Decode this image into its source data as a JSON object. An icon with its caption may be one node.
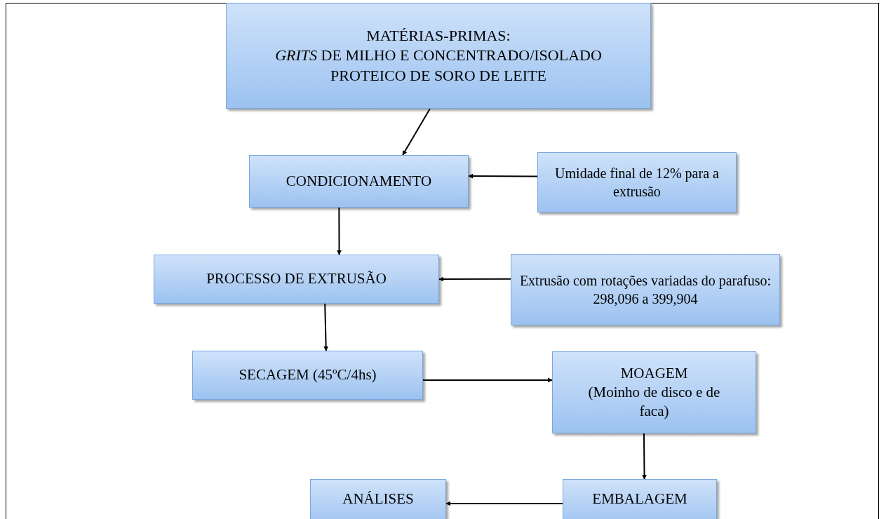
{
  "diagram": {
    "nodes": [
      {
        "text": [
          "MATÉRIAS-PRIMAS:",
          "*GRITS* DE MILHO E CONCENTRADO/ISOLADO PROTEICO DE SORO DE LEITE"
        ]
      },
      {
        "text": [
          "CONDICIONAMENTO"
        ]
      },
      {
        "text": [
          "Umidade final de 12% para a extrusão"
        ]
      },
      {
        "text": [
          "PROCESSO DE EXTRUSÃO"
        ]
      },
      {
        "text": [
          "Extrusão com rotações variadas do parafuso: 298,096 a 399,904"
        ]
      },
      {
        "text": [
          "SECAGEM (45ºC/4hs)"
        ]
      },
      {
        "text": [
          "MOAGEM",
          "(Moinho de disco e de faca)"
        ]
      },
      {
        "text": [
          "ANÁLISES"
        ]
      },
      {
        "text": [
          "EMBALAGEM"
        ]
      }
    ],
    "edges": [
      {
        "from": 0,
        "to": 1,
        "arrow": "to"
      },
      {
        "from": 2,
        "to": 1,
        "arrow": "to"
      },
      {
        "from": 1,
        "to": 3,
        "arrow": "to"
      },
      {
        "from": 4,
        "to": 3,
        "arrow": "to"
      },
      {
        "from": 3,
        "to": 5,
        "arrow": "to"
      },
      {
        "from": 5,
        "to": 6,
        "arrow": "to"
      },
      {
        "from": 6,
        "to": 8,
        "arrow": "to"
      },
      {
        "from": 8,
        "to": 7,
        "arrow": "to"
      }
    ]
  }
}
